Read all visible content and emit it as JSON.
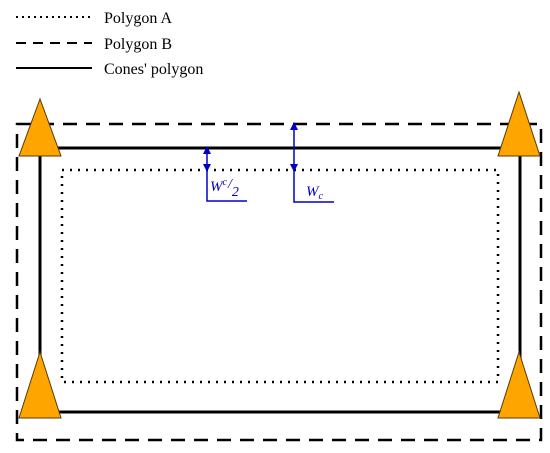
{
  "legend": [
    {
      "label": "Polygon A",
      "style": "dotted"
    },
    {
      "label": "Polygon B",
      "style": "dashed"
    },
    {
      "label": "Cones' polygon",
      "style": "solid"
    }
  ],
  "dimensions": {
    "half_width": {
      "symbol": "W",
      "subscript": "c",
      "divisor": "2"
    },
    "full_width": {
      "symbol": "W",
      "subscript": "c"
    }
  },
  "colors": {
    "cone": "#FFA500",
    "cone_outline": "#5a3a00",
    "dimension": "#0000CC",
    "lines": "#000000"
  },
  "icons": [
    "cone-icon"
  ]
}
